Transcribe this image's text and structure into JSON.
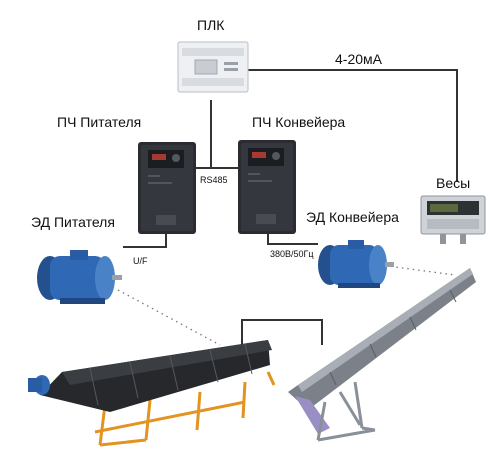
{
  "labels": {
    "plc": "ПЛК",
    "signal": "4-20мА",
    "vfd_feeder": "ПЧ Питателя",
    "vfd_conveyor": "ПЧ Конвейера",
    "rs485": "RS485",
    "scales": "Весы",
    "motor_feeder": "ЭД Питателя",
    "motor_conveyor": "ЭД Конвейера",
    "uf": "U/F",
    "power": "380В/50Гц"
  },
  "colors": {
    "line": "#333333",
    "vfd_body": "#2a2c31",
    "motor_body": "#2f69b5",
    "belt": "#26282c",
    "frame_orange": "#e3931f",
    "frame_steel": "#8a9099"
  }
}
